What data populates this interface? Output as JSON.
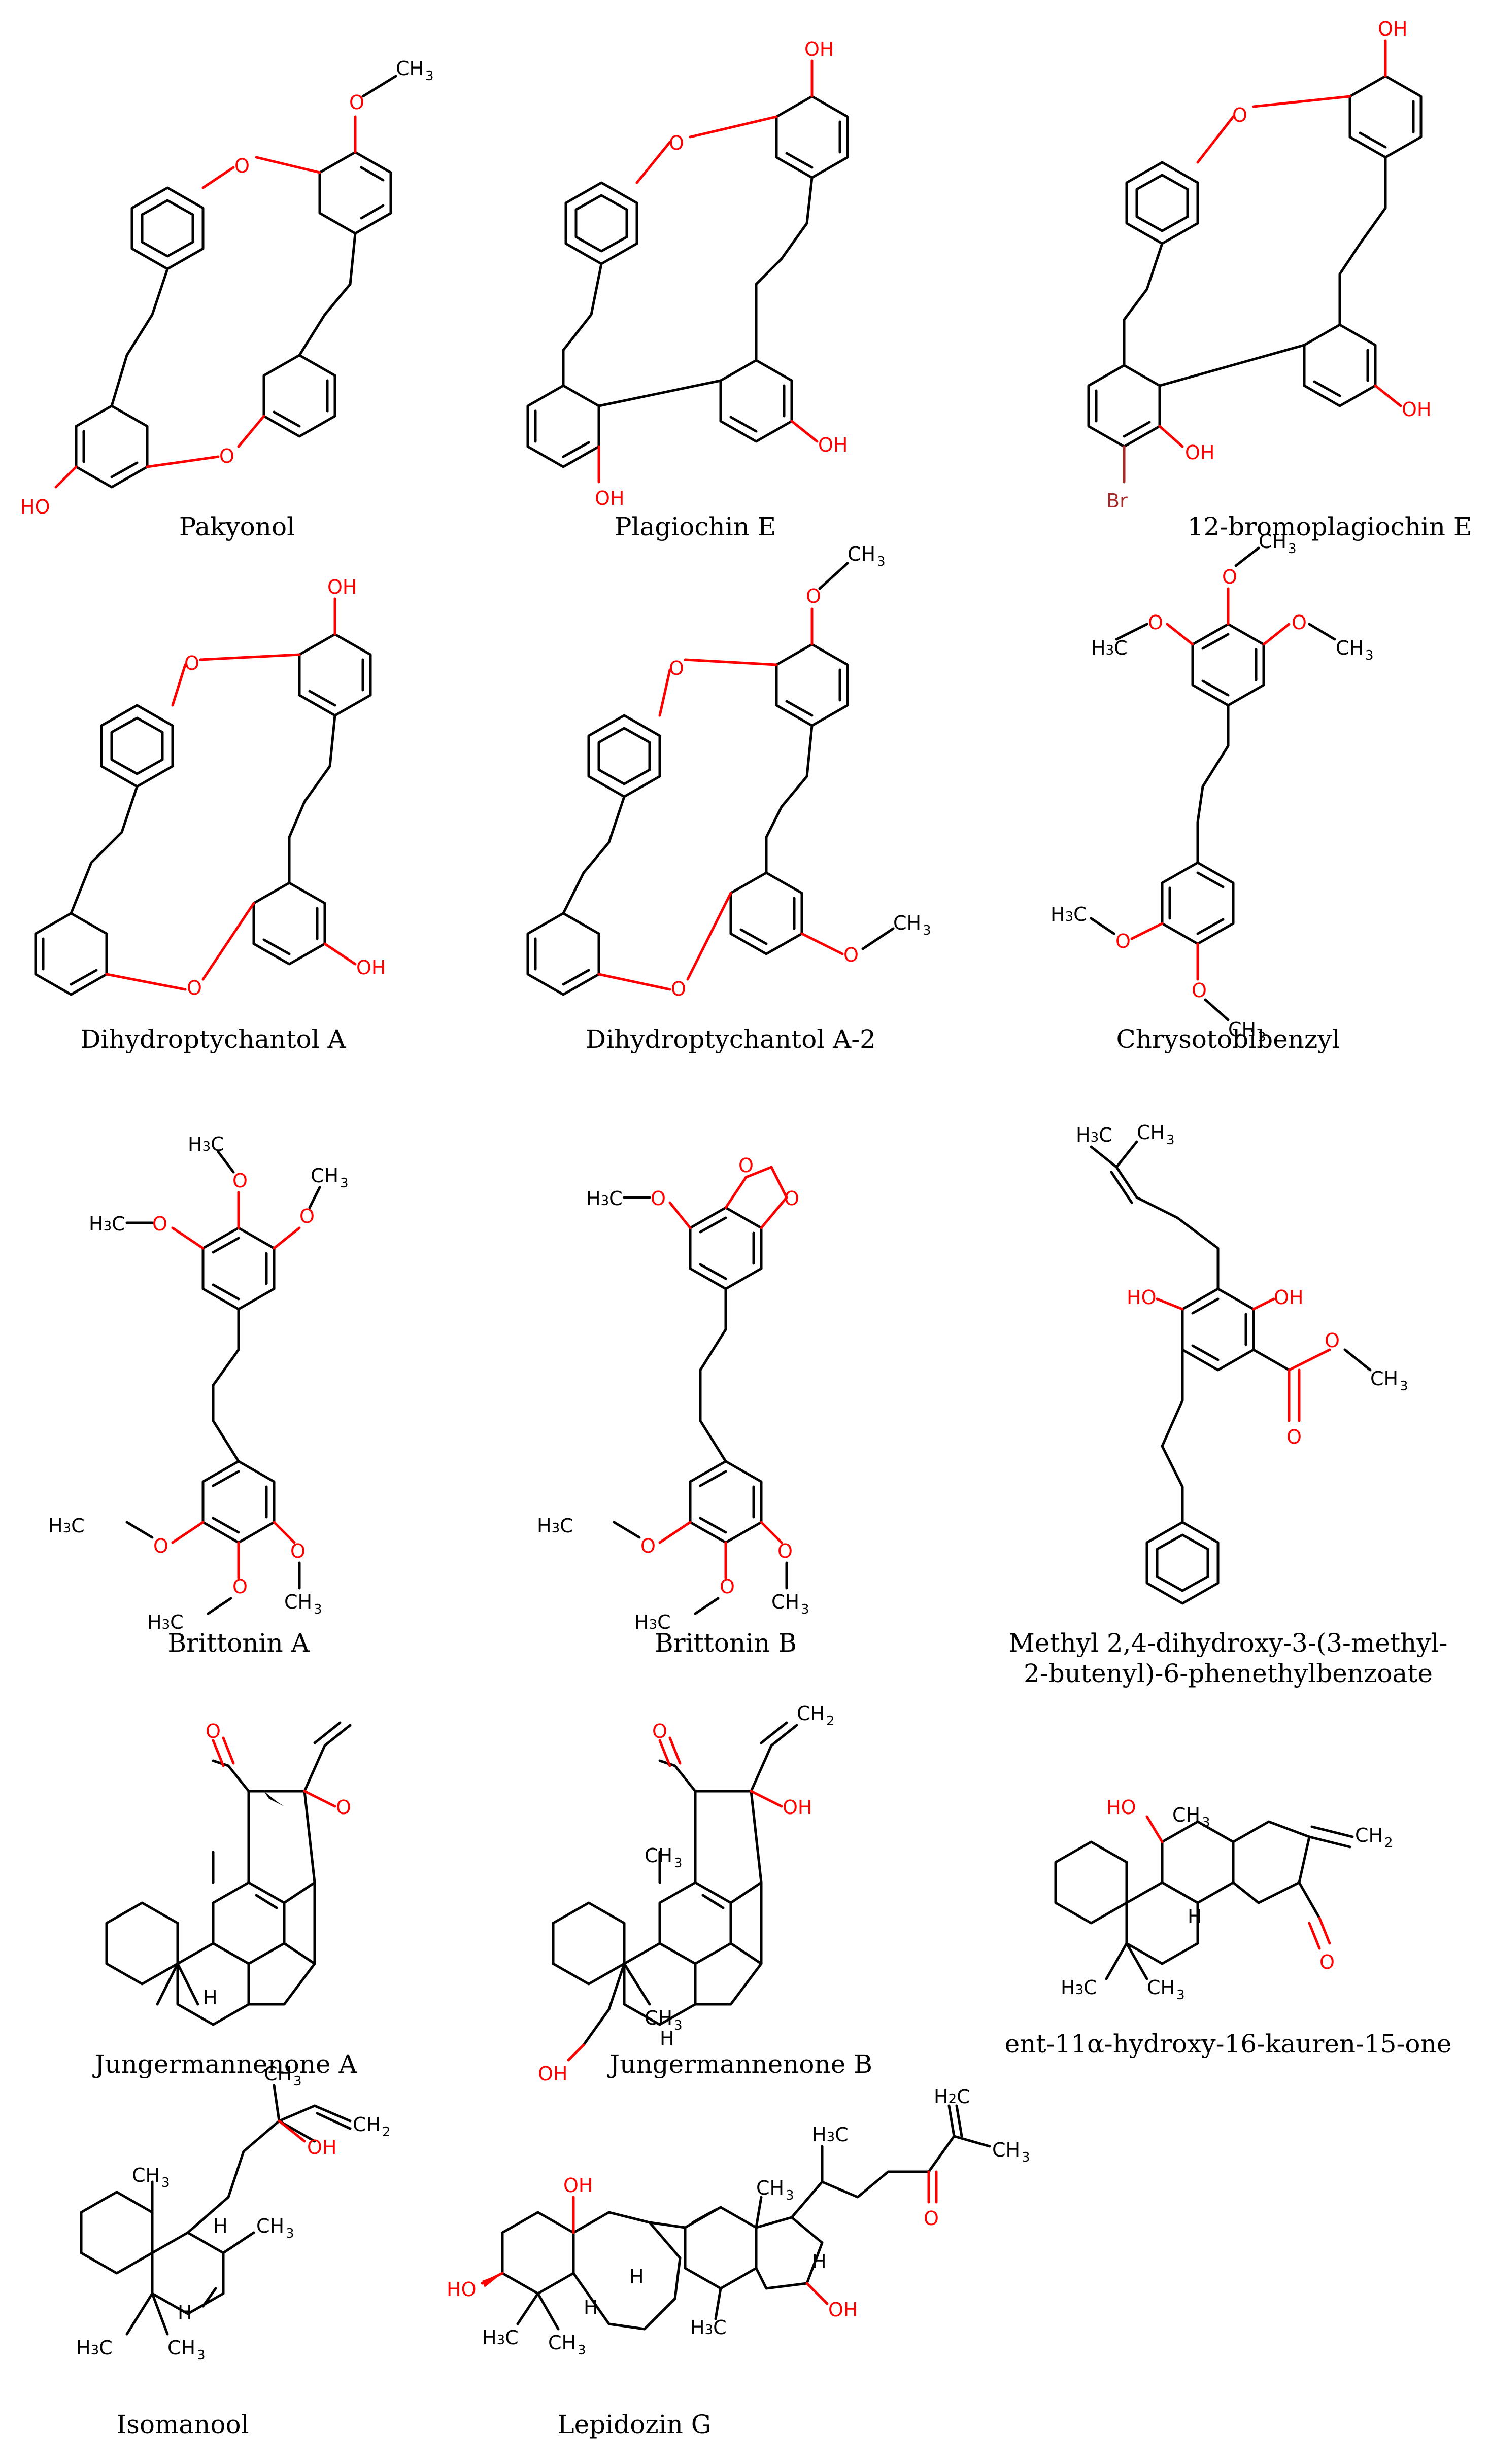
{
  "compounds": [
    {
      "name": "Pakyonol"
    },
    {
      "name": "Plagiochin E"
    },
    {
      "name": "12-bromoplagiochin E"
    },
    {
      "name": "Dihydroptychantol A"
    },
    {
      "name": "Dihydroptychantol A-2"
    },
    {
      "name": "Chrysotobibenzyl"
    },
    {
      "name": "Brittonin A"
    },
    {
      "name": "Brittonin B"
    },
    {
      "name": "Methyl 2,4-dihydroxy-3-(3-methyl-",
      "name_line2": "2-butenyl)-6-phenethylbenzoate"
    },
    {
      "name": "Jungermannenone A"
    },
    {
      "name": "Jungermannenone B"
    },
    {
      "name": "ent-11α-hydroxy-16-kauren-15-one"
    },
    {
      "name": "Isomanool"
    },
    {
      "name": "Lepidozin G"
    }
  ],
  "atom_labels": {
    "O": "O",
    "OH": "OH",
    "HO": "HO",
    "CH": "CH",
    "H": "H",
    "Br": "Br",
    "C": "C",
    "sub3": "3",
    "sub2": "2"
  },
  "colors": {
    "oxygen": "#ff0000",
    "bromine": "#a52a2a",
    "carbon": "#000000",
    "background": "#ffffff"
  }
}
